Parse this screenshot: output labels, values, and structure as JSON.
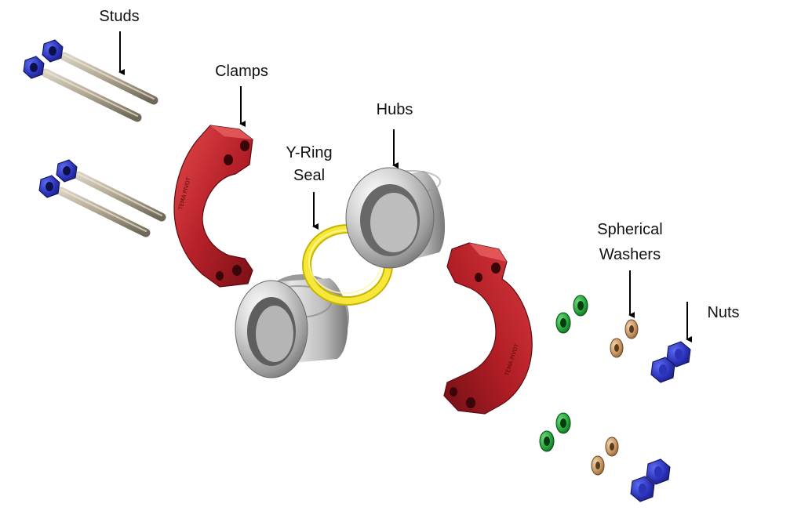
{
  "labels": {
    "studs": "Studs",
    "clamps": "Clamps",
    "y_ring_seal_line1": "Y-Ring",
    "y_ring_seal_line2": "Seal",
    "hubs": "Hubs",
    "spherical_washers_line1": "Spherical",
    "spherical_washers_line2": "Washers",
    "nuts": "Nuts"
  },
  "clamp_engraving": "TEMA PIVOT"
}
